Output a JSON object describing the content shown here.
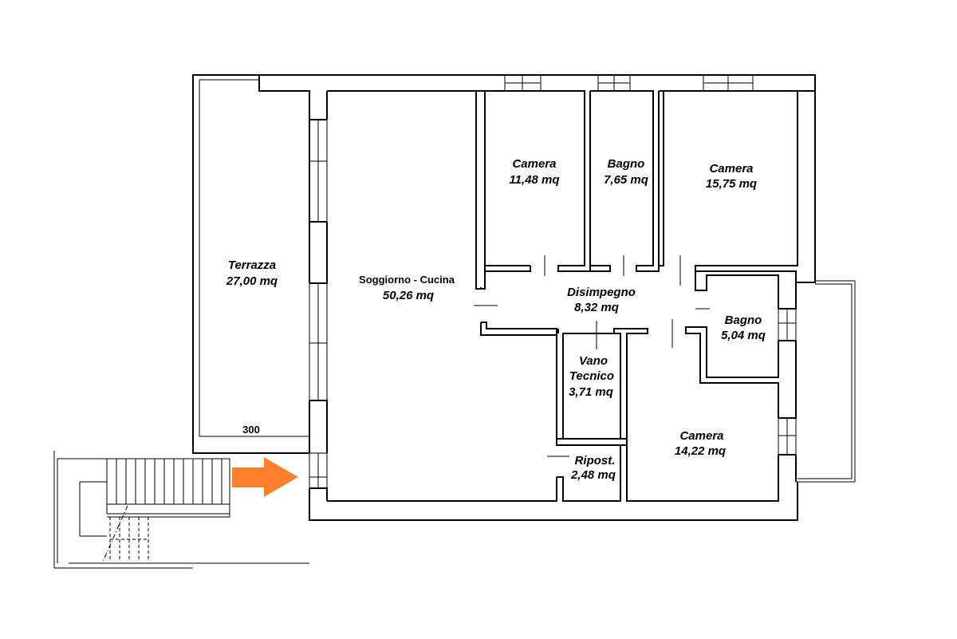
{
  "plan": {
    "rooms": [
      {
        "id": "terrazza",
        "name": "Terrazza",
        "area": "27,00 mq"
      },
      {
        "id": "soggiorno",
        "name": "Soggiorno - Cucina",
        "area": "50,26 mq"
      },
      {
        "id": "camera1",
        "name": "Camera",
        "area": "11,48 mq"
      },
      {
        "id": "bagno1",
        "name": "Bagno",
        "area": "7,65 mq"
      },
      {
        "id": "camera2",
        "name": "Camera",
        "area": "15,75 mq"
      },
      {
        "id": "disimpegno",
        "name": "Disimpegno",
        "area": "8,32 mq"
      },
      {
        "id": "bagno2",
        "name": "Bagno",
        "area": "5,04 mq"
      },
      {
        "id": "vano",
        "name_line1": "Vano",
        "name_line2": "Tecnico",
        "area": "3,71 mq"
      },
      {
        "id": "ripost",
        "name": "Ripost.",
        "area": "2,48 mq"
      },
      {
        "id": "camera3",
        "name": "Camera",
        "area": "14,22 mq"
      }
    ],
    "dimension_label": "300",
    "entrance_arrow_color": "#FF7F2A",
    "wall_color": "#000000"
  }
}
